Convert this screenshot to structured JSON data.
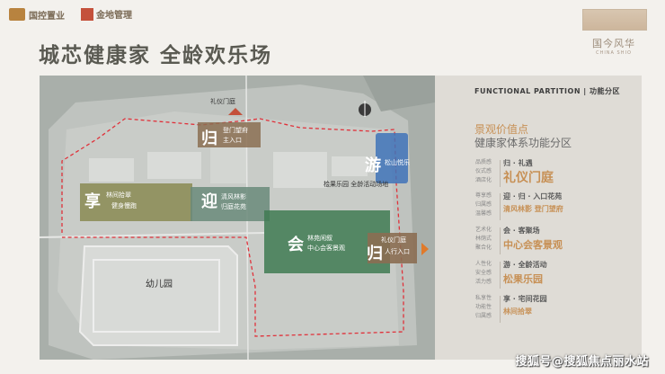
{
  "header": {
    "logo_left": "国控置业",
    "logo_right": "金地管理",
    "brand_name": "国今风华",
    "brand_sub": "CHINA SHIO",
    "headline": "城芯健康家  全龄欢乐场"
  },
  "plan": {
    "gate_main": "礼仪门庭",
    "zone_gui_top": {
      "glyph": "归",
      "title": "登门望府",
      "sub": "主入口"
    },
    "zone_you": {
      "glyph": "游",
      "title": "松山悦乐",
      "sub": "桧果乐园  全龄活动场地"
    },
    "zone_xiang": {
      "glyph": "享",
      "title": "林间拾翠",
      "sub": "健身慢跑"
    },
    "zone_ying": {
      "glyph": "迎",
      "title": "清风林影",
      "sub": "归庭花苑"
    },
    "zone_hui": {
      "glyph": "会",
      "title": "林苑闲叙",
      "sub": "中心会客景观"
    },
    "zone_gui_right": {
      "glyph": "归",
      "title": "礼仪门庭",
      "sub": "人行入口"
    },
    "kindergarten": "幼儿园"
  },
  "panel": {
    "title": "FUNCTIONAL PARTITION | 功能分区",
    "sub1": "景观价值点",
    "sub2": "健康家体系功能分区",
    "zones": [
      {
        "side": "品质感\n仪式感\n酒店化",
        "t1": "归 · 礼遇",
        "t2": "礼仪门庭",
        "size": "big"
      },
      {
        "side": "尊享感\n归属感\n温馨感",
        "t1": "迎 · 归 · 入口花苑",
        "t2": "清风林影  登门望府",
        "size": "small"
      },
      {
        "side": "艺术化\n林荫式\n聚合化",
        "t1": "会 · 客聚场",
        "t2": "中心会客景观",
        "size": "mid"
      },
      {
        "side": "人性化\n安全感\n活力感",
        "t1": "游 · 全龄活动",
        "t2": "松果乐园",
        "size": "mid"
      },
      {
        "side": "私享性\n功能性\n归属感",
        "t1": "享 · 宅间花园",
        "t2": "林间拾翠",
        "size": "small"
      }
    ]
  },
  "watermark": "搜狐号@搜狐焦点丽水站",
  "colors": {
    "accent": "#c79055",
    "zone_green": "#3f7a52",
    "zone_olive": "#8a8a52",
    "zone_blue": "#3f73b8",
    "zone_brown": "#8b6e52",
    "boundary": "#e0313a"
  }
}
